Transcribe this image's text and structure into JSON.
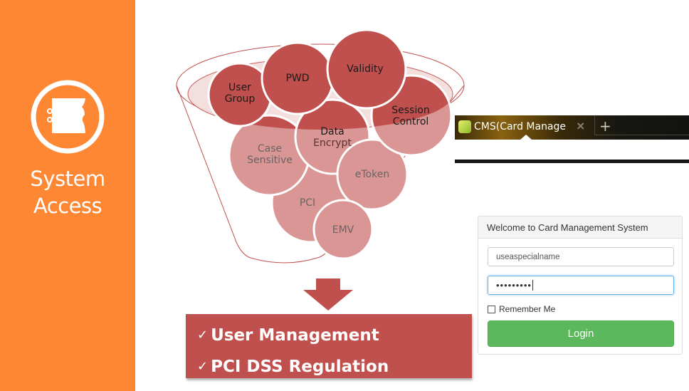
{
  "sidebar": {
    "title_line1": "System",
    "title_line2": "Access",
    "icon": "notebook-icon",
    "background": "#fd8732"
  },
  "funnel": {
    "icon": "funnel-icon",
    "top_circles": [
      {
        "line1": "User",
        "line2": "Group"
      },
      {
        "line1": "PWD",
        "line2": ""
      },
      {
        "line1": "Validity",
        "line2": ""
      },
      {
        "line1": "Session",
        "line2": "Control"
      },
      {
        "line1": "Data",
        "line2": "Encrypt"
      }
    ],
    "lower_circles": [
      {
        "line1": "Case",
        "line2": "Sensitive"
      },
      {
        "line1": "eToken",
        "line2": ""
      },
      {
        "line1": "PCI",
        "line2": ""
      },
      {
        "line1": "EMV",
        "line2": ""
      }
    ],
    "colors": {
      "dark": "#c0504d",
      "light": "#d99694",
      "dark_text": "#1a1a1a",
      "light_text": "#6b6363"
    }
  },
  "result": {
    "check_glyph": "✓",
    "items": [
      "User Management",
      "PCI DSS Regulation"
    ]
  },
  "browser": {
    "tab_title": "CMS(Card Manage",
    "close_glyph": "×",
    "new_tab_glyph": "+"
  },
  "login": {
    "heading": "Welcome to Card Management System",
    "username_value": "useaspecialname",
    "password_value": "•••••••••",
    "remember_label": "Remember Me",
    "remember_checked": false,
    "login_label": "Login",
    "button_color": "#5cb85c"
  }
}
